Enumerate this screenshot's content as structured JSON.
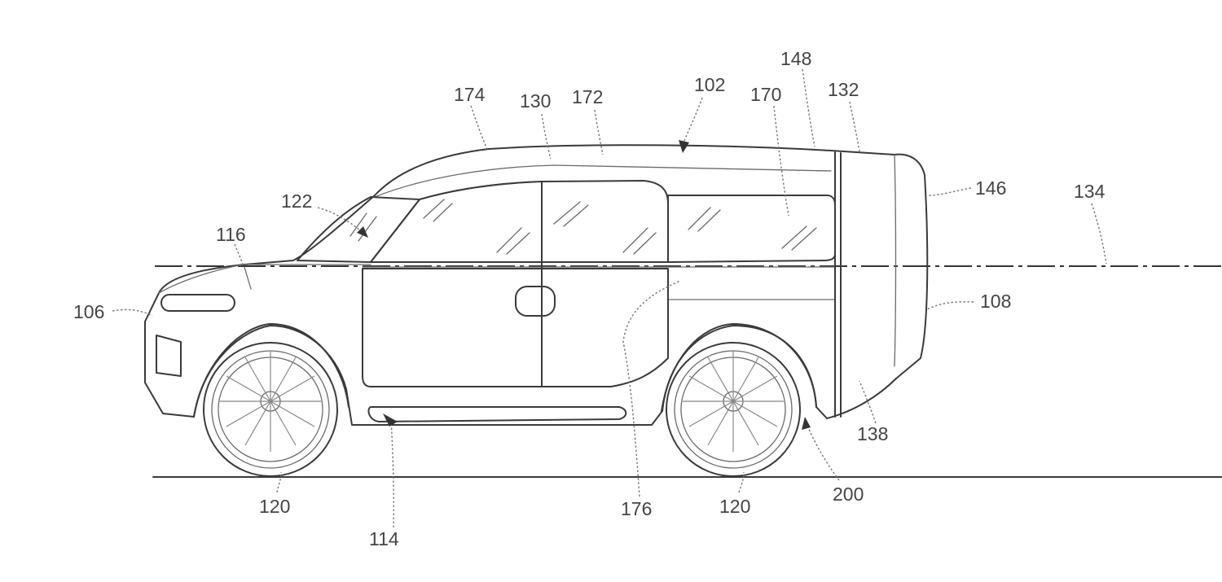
{
  "refs": {
    "r102": "102",
    "r106": "106",
    "r108": "108",
    "r114": "114",
    "r116": "116",
    "r120_front": "120",
    "r120_rear": "120",
    "r122": "122",
    "r130": "130",
    "r132": "132",
    "r134": "134",
    "r138": "138",
    "r146": "146",
    "r148": "148",
    "r170": "170",
    "r172": "172",
    "r174": "174",
    "r176": "176",
    "r200": "200"
  },
  "colors": {
    "line": "#3a3a3a",
    "text": "#444444",
    "background": "#ffffff"
  }
}
